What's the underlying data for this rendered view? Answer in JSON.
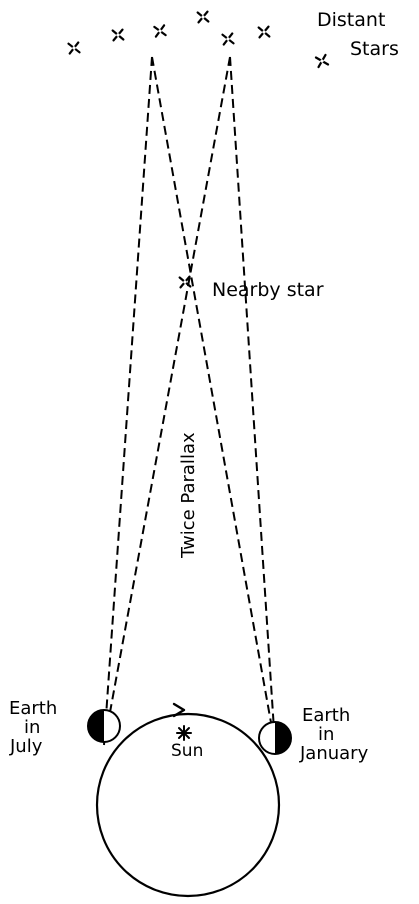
{
  "labels": {
    "distant_stars_line1": "Distant",
    "distant_stars_line2": "Stars",
    "nearby_star": "Nearby star",
    "twice_parallax": "Twice Parallax",
    "sun": "Sun",
    "earth_july_line1": "Earth",
    "earth_july_line2": "in",
    "earth_july_line3": "July",
    "earth_january_line1": "Earth",
    "earth_january_line2": "in",
    "earth_january_line3": "January"
  },
  "colors": {
    "ink": "#000000",
    "background": "#ffffff"
  },
  "icons": {
    "distant_star": "four-point-star-icon",
    "nearby_star": "four-point-star-icon",
    "sun": "asterisk-icon",
    "orbit_arrow": "arrowhead-icon"
  }
}
